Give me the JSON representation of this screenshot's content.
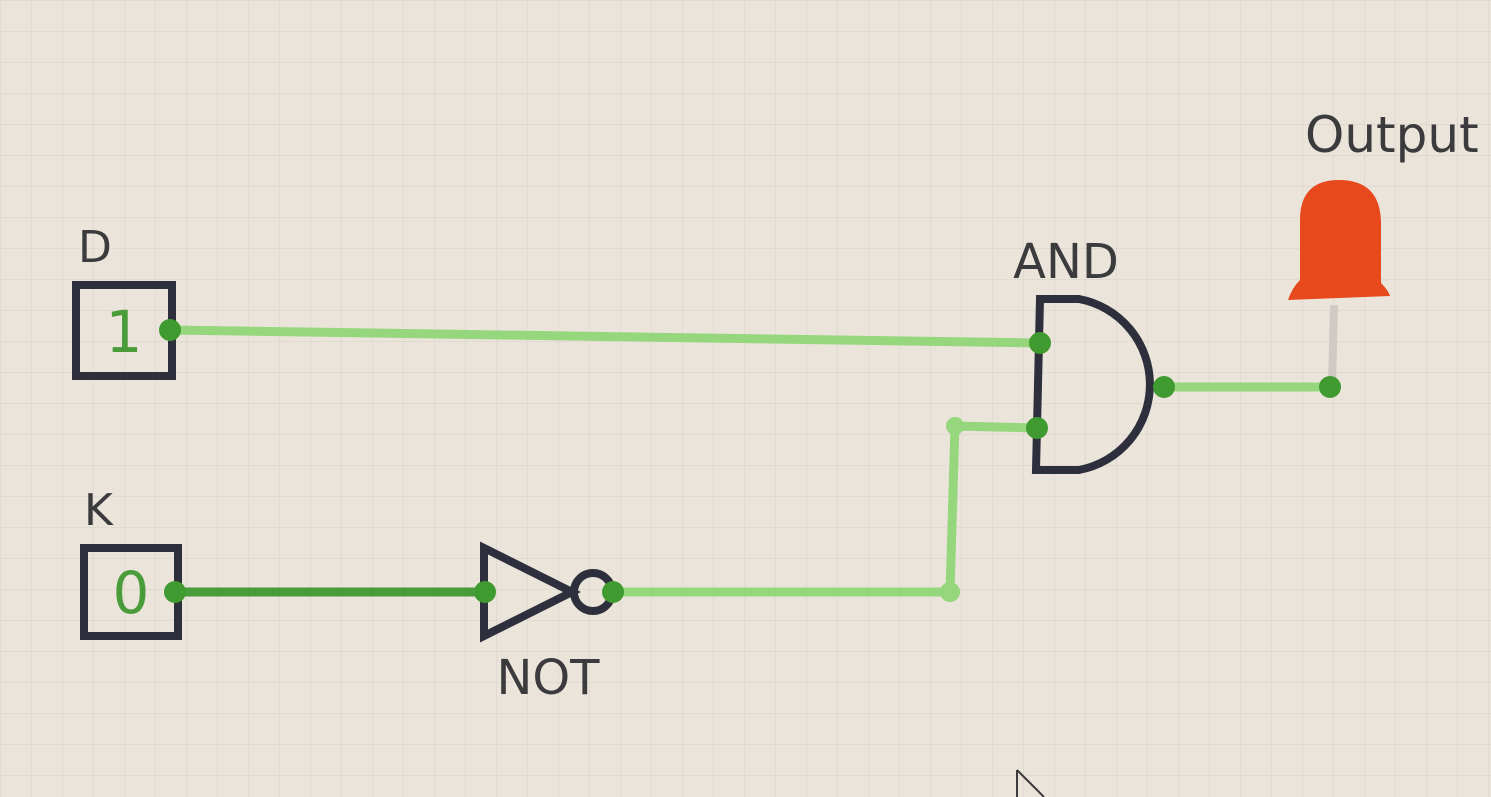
{
  "circuit": {
    "inputs": [
      {
        "label": "D",
        "value": "1"
      },
      {
        "label": "K",
        "value": "0"
      }
    ],
    "gates": {
      "not_label": "NOT",
      "and_label": "AND"
    },
    "output": {
      "label": "Output",
      "state": "on"
    }
  },
  "colors": {
    "background": "#ebe4da",
    "grid_line": "#d9d4cc",
    "wire_active": "#96d77e",
    "wire_inactive": "#4a9c3a",
    "pin": "#3f9a2f",
    "gate_stroke": "#2e2f3d",
    "switch_text": "#4a9c3a",
    "led_on": "#e8491c",
    "led_lead": "#cfcac4"
  },
  "icons": {
    "cursor": "mouse-pointer-icon"
  }
}
